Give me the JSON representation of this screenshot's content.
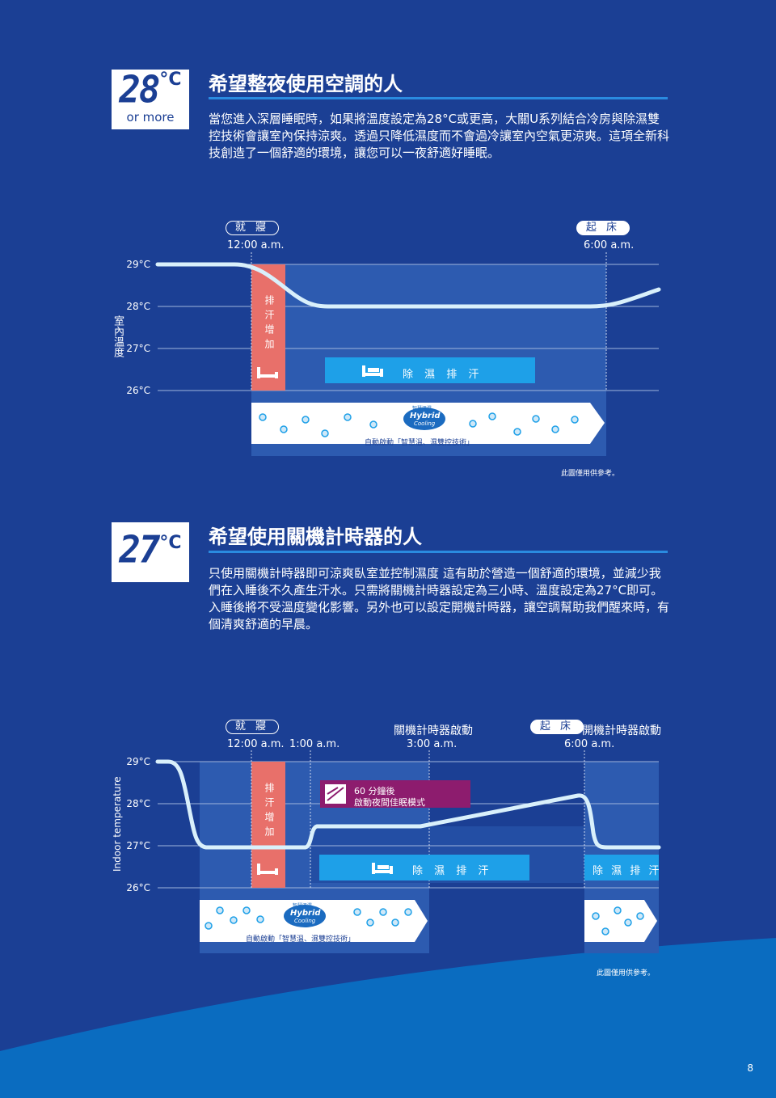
{
  "section1": {
    "temp_value": "28",
    "temp_unit": "°C",
    "temp_sub": "or more",
    "heading": "希望整夜使用空調的人",
    "paragraph": "當您進入深層睡眠時，如果將溫度設定為28°C或更高，大關U系列結合冷房與除濕雙控技術會讓室內保持涼爽。透過只降低濕度而不會過冷讓室內空氣更涼爽。這項全新科技創造了一個舒適的環境，讓您可以一夜舒適好睡眠。",
    "chart": {
      "pill_sleep": "就 寢",
      "pill_wake": "起 床",
      "time_sleep": "12:00 a.m.",
      "time_wake": "6:00 a.m.",
      "y_axis_label": "室內溫度",
      "y_ticks": [
        "29°C",
        "28°C",
        "27°C",
        "26°C"
      ],
      "sweat_label": "排汗增加",
      "dehumid_label": "除 濕 排 汗",
      "hybrid_caption": "自動啟動「智慧溫、濕雙控技術」",
      "hybrid_logo_line1": "Hybrid",
      "hybrid_logo_line2": "Cooling",
      "hybrid_logo_top": "智慧溫濕",
      "note": "此圖僅用供參考。"
    }
  },
  "section2": {
    "temp_value": "27",
    "temp_unit": "°C",
    "heading": "希望使用關機計時器的人",
    "paragraph": "只使用關機計時器即可涼爽臥室並控制濕度 這有助於營造一個舒適的環境，並減少我們在入睡後不久產生汗水。只需將關機計時器設定為三小時、溫度設定為27°C即可。入睡後將不受溫度變化影響。另外也可以設定開機計時器，讓空調幫助我們醒來時，有個清爽舒適的早晨。",
    "chart": {
      "pill_sleep": "就 寢",
      "pill_wake": "起 床",
      "off_timer_label": "關機計時器啟動",
      "on_timer_label": "開機計時器啟動",
      "time_sleep": "12:00 a.m.",
      "time_1am": "1:00 a.m.",
      "time_3am": "3:00 a.m.",
      "time_wake": "6:00 a.m.",
      "y_axis_label": "Indoor temperature",
      "y_ticks": [
        "29°C",
        "28°C",
        "27°C",
        "26°C"
      ],
      "sweat_label": "排汗增加",
      "dehumid_label": "除 濕 排 汗",
      "dehumid_label2": "除 濕 排 汗",
      "night_mode_line1": "60 分鐘後",
      "night_mode_line2": "啟動夜間佳眠模式",
      "hybrid_caption": "自動啟動「智慧溫、濕雙控技術」",
      "hybrid_logo_line1": "Hybrid",
      "hybrid_logo_line2": "Cooling",
      "hybrid_logo_top": "智慧溫濕",
      "note": "此圖僅用供參考。"
    }
  },
  "page_number": "8",
  "colors": {
    "background": "#1b3f94",
    "accent_blue": "#1ea0e8",
    "sweat_red": "#e8706a",
    "night_magenta": "#8d1c6e",
    "curve": "#d9f0fb"
  }
}
